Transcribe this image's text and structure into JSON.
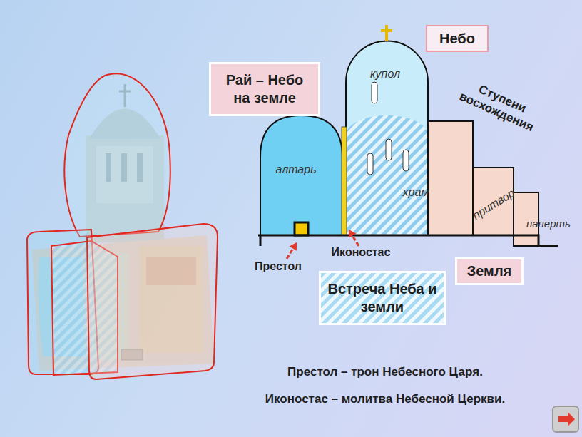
{
  "diagram": {
    "nodes": [
      {
        "text": [
          "Небо"
        ]
      },
      {
        "text": [
          "Рай – Небо на земле"
        ]
      },
      {
        "text": [
          "Земля"
        ]
      },
      {
        "text": [
          "Встреча Неба и земли"
        ]
      }
    ],
    "labels": [
      "купол",
      "Ступени восхождения",
      "алтарь",
      "храм",
      "притвор",
      "паперть",
      "Престол",
      "Иконостас",
      "Престол – трон Небесного Царя.",
      "Иконостас – молитва Небесной Церкви."
    ]
  }
}
